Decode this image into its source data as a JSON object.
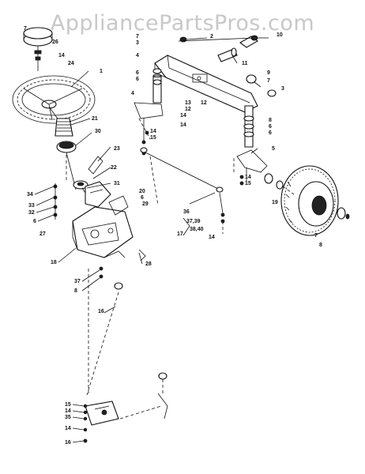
{
  "watermark": "AppliancePartsPros.com",
  "callouts": {
    "c1": "7",
    "c2": "26",
    "c3": "14",
    "c4": "24",
    "c5": "1",
    "c6": "7",
    "c7": "3",
    "c8": "10",
    "c9": "2",
    "c10": "11",
    "c11": "4",
    "c12": "6",
    "c13": "6",
    "c14": "12",
    "c15": "9",
    "c16": "7",
    "c17": "3",
    "c18": "4",
    "c19": "13",
    "c20": "21",
    "c21": "12",
    "c22": "14",
    "c23": "14",
    "c24": "15",
    "c25": "14",
    "c26": "30",
    "c27": "8",
    "c28": "6",
    "c29": "6",
    "c30": "23",
    "c31": "22",
    "c32": "5",
    "c33": "31",
    "c34": "34",
    "c35": "14",
    "c36": "15",
    "c37": "33",
    "c38": "32",
    "c39": "20",
    "c40": "6",
    "c41": "29",
    "c42": "6",
    "c43": "27",
    "c44": "36",
    "c45": "37,39",
    "c46": "38,40",
    "c47": "17",
    "c48": "14",
    "c49": "19",
    "c50": "7",
    "c51": "8",
    "c52": "18",
    "c53": "28",
    "c54": "37",
    "c55": "8",
    "c56": "16",
    "c57": "15",
    "c58": "14",
    "c59": "35",
    "c60": "14",
    "c61": "16"
  }
}
